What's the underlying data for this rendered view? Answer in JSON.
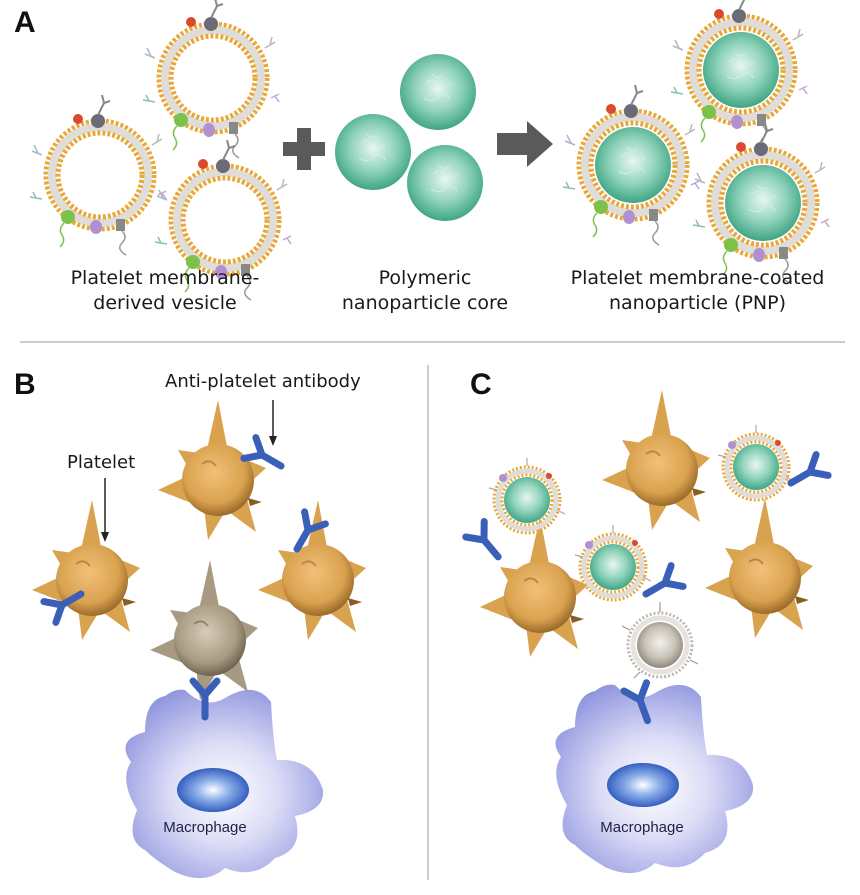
{
  "figure": {
    "panels": {
      "A": {
        "letter": "A",
        "captions": {
          "vesicle": [
            "Platelet membrane-",
            "derived vesicle"
          ],
          "core": [
            "Polymeric",
            "nanoparticle core"
          ],
          "pnp": [
            "Platelet membrane-coated",
            "nanoparticle (PNP)"
          ]
        },
        "operators": {
          "plus": "plus-sign",
          "arrow": "right-arrow"
        }
      },
      "B": {
        "letter": "B",
        "labels": {
          "antibody": "Anti-platelet antibody",
          "platelet": "Platelet",
          "macrophage": "Macrophage"
        }
      },
      "C": {
        "letter": "C",
        "labels": {
          "macrophage": "Macrophage"
        }
      }
    },
    "colors": {
      "membrane": "#e8a83a",
      "core": "#5fbf9f",
      "platelet": "#d9a24f",
      "targeted_platelet": "#a89a82",
      "antibody": "#3a5fb8",
      "macrophage": "#9aa0e0",
      "nucleus": "#2f5fc0",
      "operator": "#5a5a5a",
      "divider": "#bbbbbb"
    }
  }
}
